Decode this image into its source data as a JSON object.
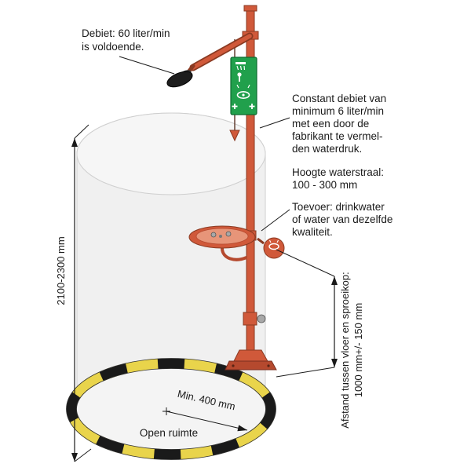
{
  "diagram": {
    "type": "technical-diagram",
    "subject": "Nooddouche met oogspoeling - vrije ruimte en maatvoering"
  },
  "labels": {
    "debiet_line1": "Debiet: 60 liter/min",
    "debiet_line2": "is voldoende.",
    "constant_line1": "Constant debiet van",
    "constant_line2": "minimum 6 liter/min",
    "constant_line3": "met een door de",
    "constant_line4": "fabrikant te vermel-",
    "constant_line5": "den waterdruk.",
    "hoogte_line1": "Hoogte waterstraal:",
    "hoogte_line2": "100 - 300 mm",
    "toevoer_line1": "Toevoer: drinkwater",
    "toevoer_line2": "of water van dezelfde",
    "toevoer_line3": "kwaliteit.",
    "height_dim": "2100-2300 mm",
    "right_dim_line1": "Afstand tussen vloer en sproeikop:",
    "right_dim_line2": "1000 mm+/- 150 mm",
    "radius_dim": "Min. 400 mm",
    "open_area": "Open ruimte"
  },
  "colors": {
    "pole_orange": "#d0593a",
    "pole_dark": "#8a3a22",
    "sign_green": "#21a04c",
    "stripe_yellow": "#e9d44b",
    "stripe_black": "#1a1a1a",
    "cylinder_fill": "#ededed",
    "line": "#1a1a1a"
  }
}
